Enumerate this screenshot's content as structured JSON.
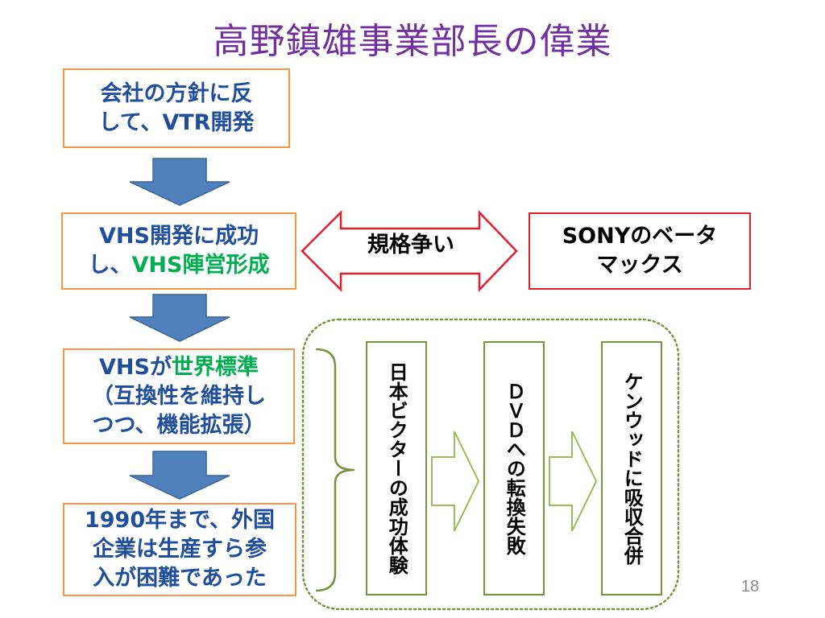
{
  "title": "高野鎮雄事業部長の偉業",
  "steps": [
    {
      "line1": "会社の方針に反",
      "line2": "して、VTR開発"
    },
    {
      "line1": "VHS開発に成功",
      "line2_prefix": "し、",
      "line2_highlight": "VHS陣営形成"
    },
    {
      "line1_prefix": "VHSが",
      "line1_highlight": "世界標準",
      "line2": "（互換性を維持し",
      "line3": "つつ、機能拡張）"
    },
    {
      "line1": "1990年まで、外国",
      "line2": "企業は生産すら参",
      "line3": "入が困難であった"
    }
  ],
  "rivalry_label": "規格争い",
  "sony_box": {
    "line1": "SONYのベータ",
    "line2": "マックス"
  },
  "vertical_boxes": [
    "日本ビクターの成功体験",
    "ＤＶＤへの転換失敗",
    "ケンウッドに吸収合併"
  ],
  "page_number": "18",
  "colors": {
    "title": "#7030a0",
    "body_text": "#1f4e9d",
    "highlight": "#00b050",
    "orange_border": "#f79646",
    "red_border": "#e3202a",
    "down_arrow_fill": "#4f81bd",
    "olive": "#77933c"
  }
}
